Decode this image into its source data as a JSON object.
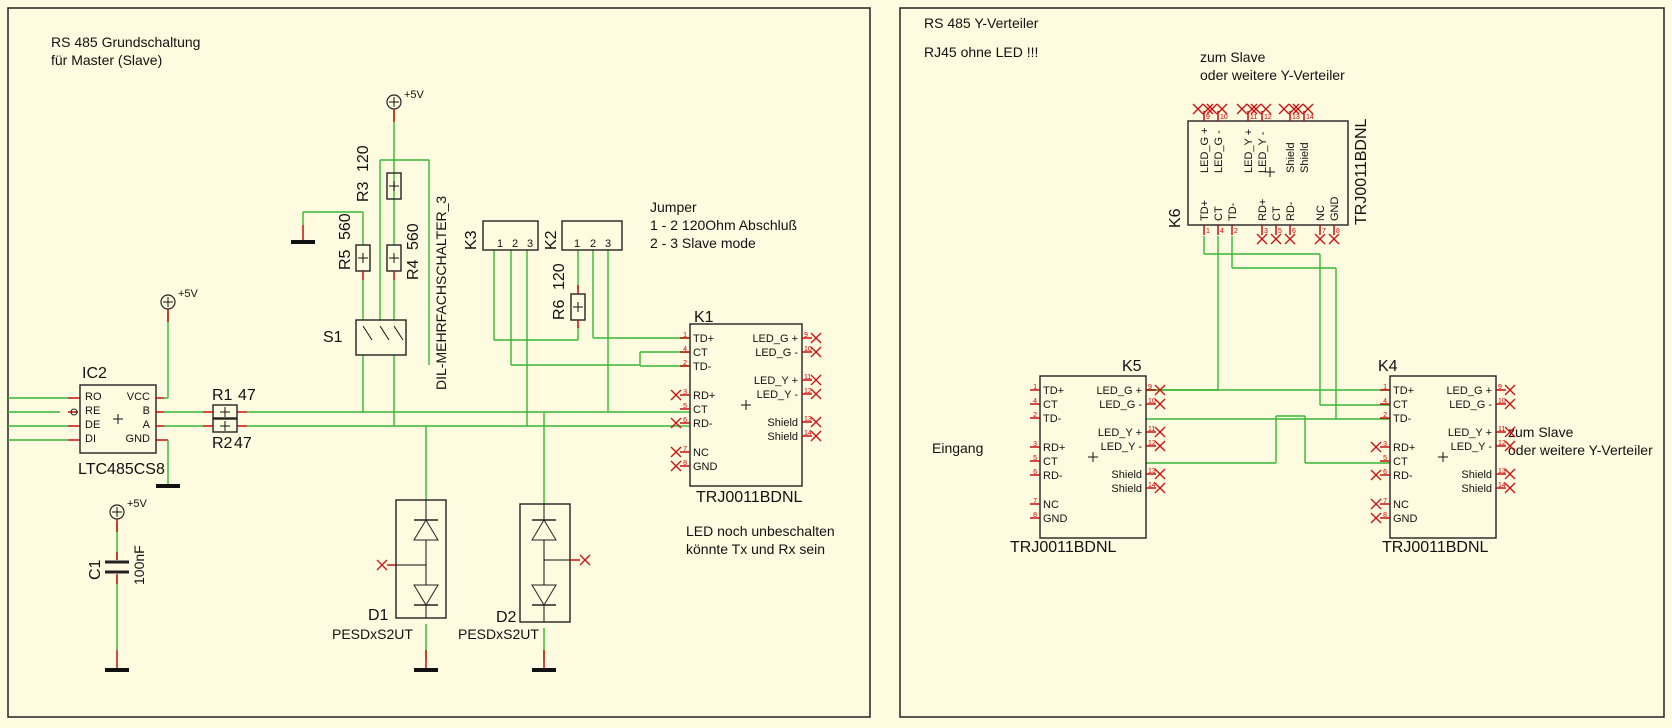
{
  "colors": {
    "background": "#fffbe1",
    "wire": "#33b833",
    "pin": "#c00000",
    "outline": "#222222"
  },
  "left_sheet": {
    "title_line1": "RS 485 Grundschaltung",
    "title_line2": "für Master (Slave)",
    "jumper": {
      "title": "Jumper",
      "line1": "1 - 2 120Ohm Abschluß",
      "line2": "2 - 3 Slave mode"
    },
    "led_note_line1": "LED noch unbeschalten",
    "led_note_line2": "könnte Tx und Rx sein",
    "supply": "+5V",
    "ic2": {
      "ref": "IC2",
      "value": "LTC485CS8",
      "pins_left": [
        "RO",
        "RE",
        "DE",
        "DI"
      ],
      "pins_right": [
        "VCC",
        "B",
        "A",
        "GND"
      ]
    },
    "r1": {
      "ref": "R1",
      "value": "47"
    },
    "r2": {
      "ref": "R2",
      "value": "47"
    },
    "r3": {
      "ref": "R3",
      "value": "120"
    },
    "r4": {
      "ref": "R4",
      "value": "560"
    },
    "r5": {
      "ref": "R5",
      "value": "560"
    },
    "r6": {
      "ref": "R6",
      "value": "120"
    },
    "c1": {
      "ref": "C1",
      "value": "100nF"
    },
    "s1": {
      "ref": "S1",
      "value": "DIL-MEHRFACHSCHALTER_3"
    },
    "k2": {
      "ref": "K2"
    },
    "k3": {
      "ref": "K3"
    },
    "d1": {
      "ref": "D1",
      "value": "PESDxS2UT"
    },
    "d2": {
      "ref": "D2",
      "value": "PESDxS2UT"
    },
    "k1": {
      "ref": "K1",
      "value": "TRJ0011BDNL"
    }
  },
  "right_sheet": {
    "title": "RS 485 Y-Verteiler",
    "subtitle": "RJ45 ohne LED !!!",
    "to_slave_line1": "zum Slave",
    "to_slave_line2": "oder weitere Y-Verteiler",
    "input_label": "Eingang",
    "k6": {
      "ref": "K6",
      "value": "TRJ0011BDNL"
    },
    "k5": {
      "ref": "K5",
      "value": "TRJ0011BDNL"
    },
    "k4": {
      "ref": "K4",
      "value": "TRJ0011BDNL"
    }
  },
  "rj45": {
    "left_pins": [
      "TD+",
      "CT",
      "TD-",
      "RD+",
      "CT",
      "RD-",
      "NC",
      "GND"
    ],
    "left_nums": [
      "1",
      "4",
      "2",
      "3",
      "5",
      "6",
      "7",
      "8"
    ],
    "right_pins": [
      "LED_G +",
      "LED_G -",
      "LED_Y +",
      "LED_Y -",
      "Shield",
      "Shield"
    ],
    "right_nums": [
      "9",
      "10",
      "11",
      "12",
      "13",
      "14"
    ]
  }
}
